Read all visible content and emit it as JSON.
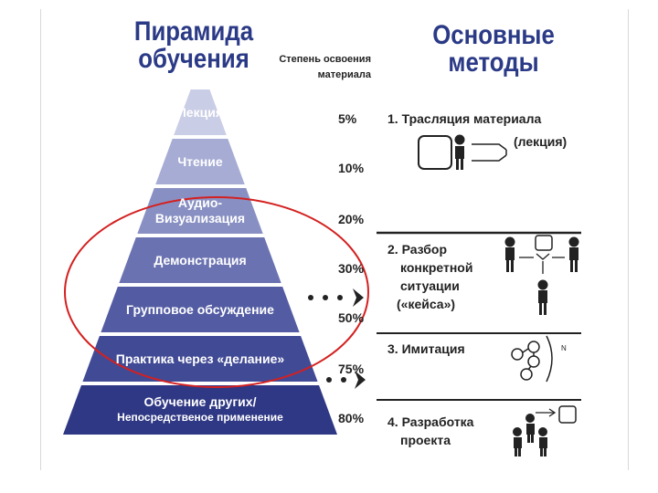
{
  "titles": {
    "left": [
      "Пирамида",
      "обучения"
    ],
    "right": [
      "Основные",
      "методы"
    ]
  },
  "percent_header": [
    "Степень освоения",
    "материала"
  ],
  "pyramid": {
    "layers": [
      {
        "lines": [
          "Лекция"
        ],
        "percent": "5%"
      },
      {
        "lines": [
          "Чтение"
        ],
        "percent": "10%"
      },
      {
        "lines": [
          "Аудио-",
          "Визуализация"
        ],
        "percent": "20%"
      },
      {
        "lines": [
          "Демонстрация"
        ],
        "percent": "30%"
      },
      {
        "lines": [
          "Групповое обсуждение"
        ],
        "percent": "50%"
      },
      {
        "lines": [
          "Практика через «делание»"
        ],
        "percent": "75%"
      },
      {
        "lines": [
          "Обучение других/",
          "Непосредственое применение"
        ],
        "percent": "80%"
      }
    ],
    "colors": [
      "#c9cde6",
      "#a6acd4",
      "#8890c3",
      "#6a72b1",
      "#535ca3",
      "#414a95",
      "#2f3884"
    ]
  },
  "methods": [
    {
      "lines": [
        "1. Трасляция материала"
      ],
      "note": "(лекция)"
    },
    {
      "lines": [
        "2. Разбор",
        "конкретной",
        "ситуации",
        "(«кейса»)"
      ]
    },
    {
      "lines": [
        "3. Имитация"
      ],
      "note": "N"
    },
    {
      "lines": [
        "4. Разработка",
        "проекта"
      ]
    }
  ],
  "highlight_color": "#d42020"
}
